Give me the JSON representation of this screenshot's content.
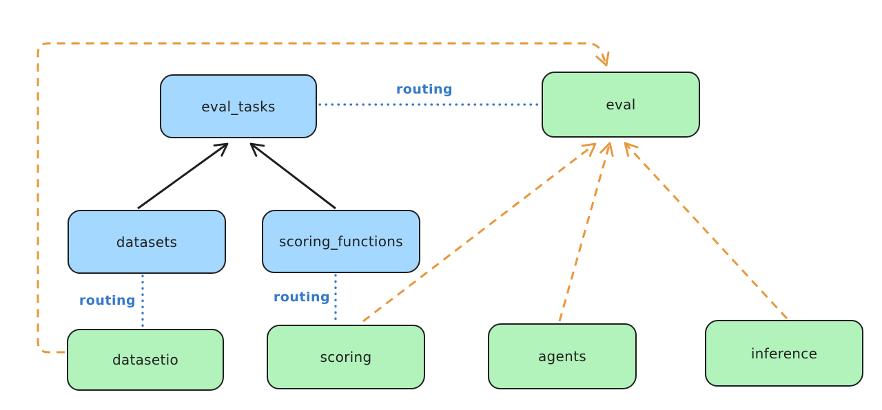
{
  "colors": {
    "background": "#ffffff",
    "blue_fill": "#a5d8ff",
    "green_fill": "#b2f2bb",
    "stroke": "#1e1e1e",
    "routing_blue": "#3579c8",
    "orange": "#e8973a"
  },
  "nodes": [
    {
      "id": "eval_tasks",
      "label": "eval_tasks",
      "color": "blue"
    },
    {
      "id": "eval",
      "label": "eval",
      "color": "green"
    },
    {
      "id": "datasets",
      "label": "datasets",
      "color": "blue"
    },
    {
      "id": "scoring_functions",
      "label": "scoring_functions",
      "color": "blue"
    },
    {
      "id": "datasetio",
      "label": "datasetio",
      "color": "green"
    },
    {
      "id": "scoring",
      "label": "scoring",
      "color": "green"
    },
    {
      "id": "agents",
      "label": "agents",
      "color": "green"
    },
    {
      "id": "inference",
      "label": "inference",
      "color": "green"
    }
  ],
  "edges": [
    {
      "from": "datasets",
      "to": "eval_tasks",
      "style": "solid-arrow",
      "color": "black"
    },
    {
      "from": "scoring_functions",
      "to": "eval_tasks",
      "style": "solid-arrow",
      "color": "black"
    },
    {
      "from": "eval_tasks",
      "to": "eval",
      "style": "dotted",
      "color": "blue",
      "label": "routing"
    },
    {
      "from": "datasets",
      "to": "datasetio",
      "style": "dotted",
      "color": "blue",
      "label": "routing"
    },
    {
      "from": "scoring_functions",
      "to": "scoring",
      "style": "dotted",
      "color": "blue",
      "label": "routing"
    },
    {
      "from": "datasetio",
      "to": "eval",
      "style": "dashed-arrow",
      "color": "orange"
    },
    {
      "from": "scoring",
      "to": "eval",
      "style": "dashed-arrow",
      "color": "orange"
    },
    {
      "from": "agents",
      "to": "eval",
      "style": "dashed-arrow",
      "color": "orange"
    },
    {
      "from": "inference",
      "to": "eval",
      "style": "dashed-arrow",
      "color": "orange"
    }
  ]
}
